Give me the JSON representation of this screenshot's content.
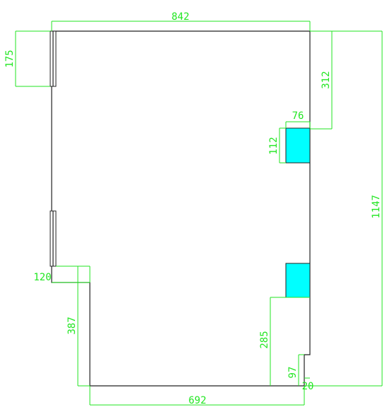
{
  "drawing": {
    "colors": {
      "wall": "#222222",
      "dimension": "#22e622",
      "column_fill": "#00ffff",
      "background": "#ffffff"
    },
    "dimensions": {
      "top_width": "842",
      "bottom_width": "692",
      "total_height": "1147",
      "top_left_window": "175",
      "left_notch": "120",
      "left_lower_height": "387",
      "right_upper_offset": "312",
      "column_width": "76",
      "column_height": "112",
      "right_lower_height": "285",
      "step_height": "97",
      "step_width": "20"
    }
  }
}
